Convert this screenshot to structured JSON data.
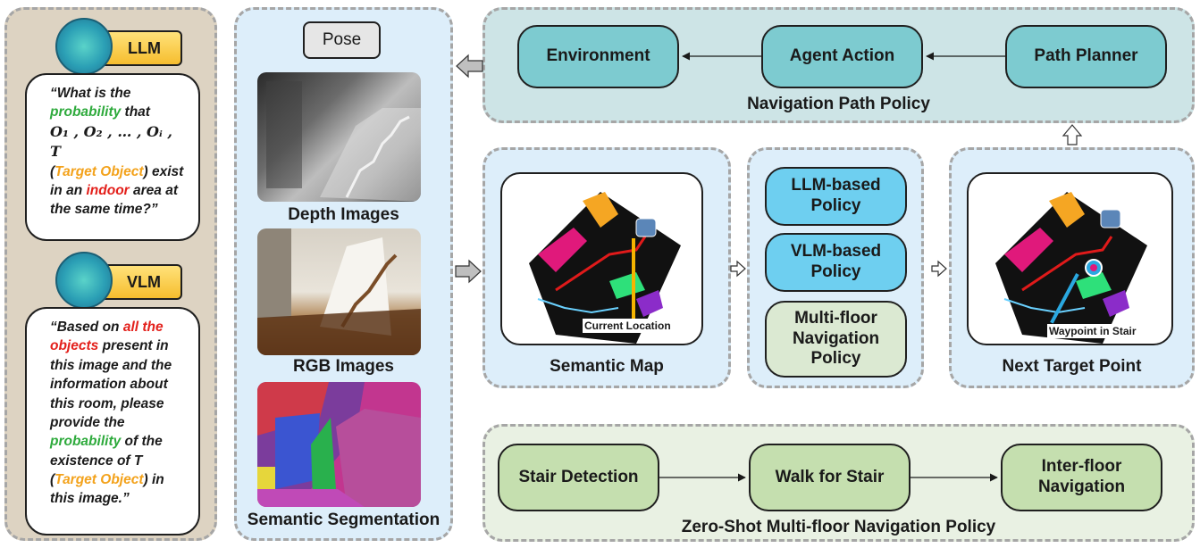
{
  "colors": {
    "llm_panel_bg": "#ddd3c2",
    "input_panel_bg": "#ddeefa",
    "nav_panel_bg": "#cde4e6",
    "nav_box_bg": "#7dcbd0",
    "map_panel_bg": "#ddeefa",
    "policy_blue": "#6ecff0",
    "policy_green": "#dbe9d2",
    "stair_panel_bg": "#e9f1e3",
    "stair_box_bg": "#c5dfaf",
    "highlight_green": "#2eaa3c",
    "highlight_orange": "#f3a21b",
    "highlight_red": "#e3201b"
  },
  "llm": {
    "badge_label": "LLM",
    "icon": "lightbulb-brain-icon",
    "question": {
      "part1": "“What is the",
      "probability": "probability",
      "part2": "that",
      "objects": "O₁ , O₂ , … , Oᵢ , T",
      "open_paren": "(",
      "target_object": "Target Object",
      "part3": ") exist in an",
      "indoor": "indoor",
      "part4": "area at the same time?”"
    }
  },
  "vlm": {
    "badge_label": "VLM",
    "icon": "lightbulb-brain-icon",
    "question": {
      "part1": "“Based on",
      "all_objects": "all the objects",
      "part2": "present in this image and the information about this room, please provide the",
      "probability": "probability",
      "part3": "of the existence of T (",
      "target_object": "Target Object",
      "part4": ") in this image.”"
    }
  },
  "inputs": {
    "pose_label": "Pose",
    "depth_caption": "Depth Images",
    "rgb_caption": "RGB Images",
    "seg_caption": "Semantic Segmentation"
  },
  "nav_path": {
    "environment": "Environment",
    "agent_action": "Agent Action",
    "path_planner": "Path Planner",
    "caption": "Navigation Path Policy"
  },
  "semantic_map": {
    "caption": "Semantic Map",
    "marker_label": "Current Location",
    "marker_color": "#f5b400"
  },
  "policies": {
    "llm_policy": "LLM-based Policy",
    "vlm_policy": "VLM-based Policy",
    "multifloor_policy": "Multi-floor Navigation Policy"
  },
  "next_target": {
    "caption": "Next Target Point",
    "marker_label": "Waypoint in Stair",
    "marker_color": "#2aa8e0"
  },
  "stair": {
    "detection": "Stair Detection",
    "walk": "Walk for Stair",
    "inter_floor": "Inter-floor Navigation",
    "caption": "Zero-Shot Multi-floor Navigation Policy"
  }
}
